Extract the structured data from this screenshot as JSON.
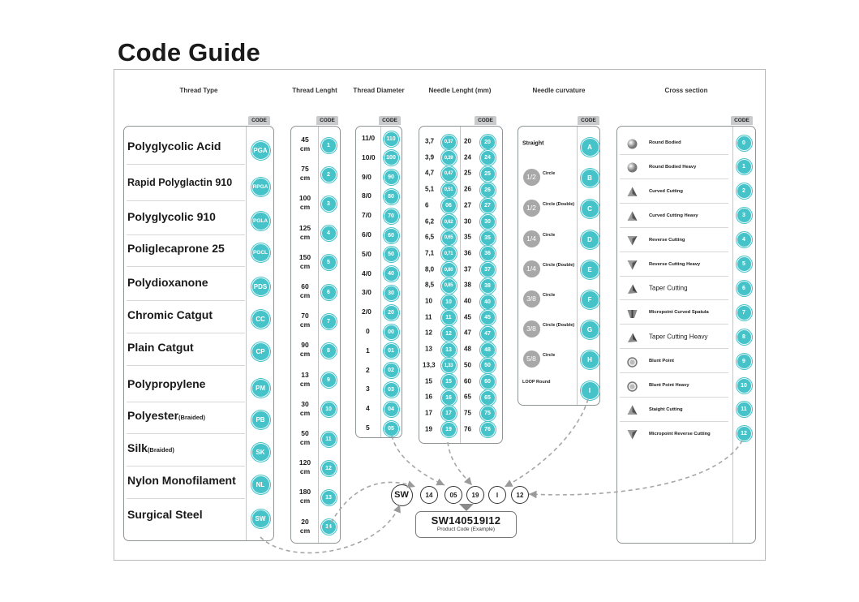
{
  "title": "Code Guide",
  "colors": {
    "accent": "#45c3c9",
    "fraction": "#a8a8a8",
    "border": "#8f9497"
  },
  "code_label": "CODE",
  "headings": {
    "thread_type": "Thread Type",
    "thread_length": "Thread Lenght",
    "thread_diameter": "Thread Diameter",
    "needle_length": "Needle Lenght (mm)",
    "needle_curvature": "Needle curvature",
    "cross_section": "Cross section"
  },
  "thread_types": [
    {
      "name": "Polyglycolic Acid",
      "suffix": "",
      "code": "PGA"
    },
    {
      "name": "Rapid Polyglactin 910",
      "suffix": "",
      "code": "RPGA"
    },
    {
      "name": "Polyglycolic 910",
      "suffix": "",
      "code": "PGLA"
    },
    {
      "name": "Poliglecaprone 25",
      "suffix": "",
      "code": "PGCL"
    },
    {
      "name": "Polydioxanone",
      "suffix": "",
      "code": "PDS"
    },
    {
      "name": "Chromic Catgut",
      "suffix": "",
      "code": "CC"
    },
    {
      "name": "Plain Catgut",
      "suffix": "",
      "code": "CP"
    },
    {
      "name": "Polypropylene",
      "suffix": "",
      "code": "PM"
    },
    {
      "name": "Polyester",
      "suffix": "(Braided)",
      "code": "PB"
    },
    {
      "name": "Silk",
      "suffix": "(Braided)",
      "code": "SK"
    },
    {
      "name": "Nylon Monofilament",
      "suffix": "",
      "code": "NL"
    },
    {
      "name": "Surgical Steel",
      "suffix": "",
      "code": "SW"
    }
  ],
  "thread_lengths": [
    {
      "value": "45",
      "unit": "cm",
      "code": "1"
    },
    {
      "value": "75",
      "unit": "cm",
      "code": "2"
    },
    {
      "value": "100",
      "unit": "cm",
      "code": "3"
    },
    {
      "value": "125",
      "unit": "cm",
      "code": "4"
    },
    {
      "value": "150",
      "unit": "cm",
      "code": "5"
    },
    {
      "value": "60",
      "unit": "cm",
      "code": "6"
    },
    {
      "value": "70",
      "unit": "cm",
      "code": "7"
    },
    {
      "value": "90",
      "unit": "cm",
      "code": "8"
    },
    {
      "value": "13",
      "unit": "cm",
      "code": "9"
    },
    {
      "value": "30",
      "unit": "cm",
      "code": "10"
    },
    {
      "value": "50",
      "unit": "cm",
      "code": "11"
    },
    {
      "value": "120",
      "unit": "cm",
      "code": "12"
    },
    {
      "value": "180",
      "unit": "cm",
      "code": "13"
    },
    {
      "value": "20",
      "unit": "cm",
      "code": "14"
    }
  ],
  "thread_diameters": [
    {
      "value": "11/0",
      "code": "110"
    },
    {
      "value": "10/0",
      "code": "100"
    },
    {
      "value": "9/0",
      "code": "90"
    },
    {
      "value": "8/0",
      "code": "80"
    },
    {
      "value": "7/0",
      "code": "70"
    },
    {
      "value": "6/0",
      "code": "60"
    },
    {
      "value": "5/0",
      "code": "50"
    },
    {
      "value": "4/0",
      "code": "40"
    },
    {
      "value": "3/0",
      "code": "30"
    },
    {
      "value": "2/0",
      "code": "20"
    },
    {
      "value": "0",
      "code": "00"
    },
    {
      "value": "1",
      "code": "01"
    },
    {
      "value": "2",
      "code": "02"
    },
    {
      "value": "3",
      "code": "03"
    },
    {
      "value": "4",
      "code": "04"
    },
    {
      "value": "5",
      "code": "05"
    }
  ],
  "needle_lengths_left": [
    {
      "value": "3,7",
      "code": "0,37"
    },
    {
      "value": "3,9",
      "code": "0,39"
    },
    {
      "value": "4,7",
      "code": "0,47"
    },
    {
      "value": "5,1",
      "code": "0,51"
    },
    {
      "value": "6",
      "code": "06"
    },
    {
      "value": "6,2",
      "code": "0,62"
    },
    {
      "value": "6,5",
      "code": "0,65"
    },
    {
      "value": "7,1",
      "code": "0,71"
    },
    {
      "value": "8,0",
      "code": "0,80"
    },
    {
      "value": "8,5",
      "code": "0,85"
    },
    {
      "value": "10",
      "code": "10"
    },
    {
      "value": "11",
      "code": "11"
    },
    {
      "value": "12",
      "code": "12"
    },
    {
      "value": "13",
      "code": "13"
    },
    {
      "value": "13,3",
      "code": "1,33"
    },
    {
      "value": "15",
      "code": "15"
    },
    {
      "value": "16",
      "code": "16"
    },
    {
      "value": "17",
      "code": "17"
    },
    {
      "value": "19",
      "code": "19"
    }
  ],
  "needle_lengths_right": [
    {
      "value": "20",
      "code": "20"
    },
    {
      "value": "24",
      "code": "24"
    },
    {
      "value": "25",
      "code": "25"
    },
    {
      "value": "26",
      "code": "26"
    },
    {
      "value": "27",
      "code": "27"
    },
    {
      "value": "30",
      "code": "30"
    },
    {
      "value": "35",
      "code": "35"
    },
    {
      "value": "36",
      "code": "36"
    },
    {
      "value": "37",
      "code": "37"
    },
    {
      "value": "38",
      "code": "38"
    },
    {
      "value": "40",
      "code": "40"
    },
    {
      "value": "45",
      "code": "45"
    },
    {
      "value": "47",
      "code": "47"
    },
    {
      "value": "48",
      "code": "48"
    },
    {
      "value": "50",
      "code": "50"
    },
    {
      "value": "60",
      "code": "60"
    },
    {
      "value": "65",
      "code": "65"
    },
    {
      "value": "75",
      "code": "75"
    },
    {
      "value": "76",
      "code": "76"
    }
  ],
  "needle_curvatures": [
    {
      "fraction": "",
      "label": "Straight",
      "code": "A"
    },
    {
      "fraction": "1/2",
      "label": "Circle",
      "code": "B"
    },
    {
      "fraction": "1/2",
      "label": "Circle (Double)",
      "code": "C"
    },
    {
      "fraction": "1/4",
      "label": "Circle",
      "code": "D"
    },
    {
      "fraction": "1/4",
      "label": "Circle (Double)",
      "code": "E"
    },
    {
      "fraction": "3/8",
      "label": "Circle",
      "code": "F"
    },
    {
      "fraction": "3/8",
      "label": "Circle (Double)",
      "code": "G"
    },
    {
      "fraction": "5/8",
      "label": "Circle",
      "code": "H"
    },
    {
      "fraction": "",
      "label": "LOOP Round",
      "code": "I"
    }
  ],
  "cross_sections": [
    {
      "label": "Round Bodied",
      "icon": "sphere-icon",
      "code": "0"
    },
    {
      "label": "Round Bodied Heavy",
      "icon": "sphere-icon",
      "code": "1"
    },
    {
      "label": "Curved Cutting",
      "icon": "pyramid-icon",
      "code": "2"
    },
    {
      "label": "Curved Cutting Heavy",
      "icon": "pyramid-icon",
      "code": "3"
    },
    {
      "label": "Reverse Cutting",
      "icon": "inverted-pyramid-icon",
      "code": "4"
    },
    {
      "label": "Reverse Cutting Heavy",
      "icon": "inverted-pyramid-icon",
      "code": "5"
    },
    {
      "label": "Taper Cutting",
      "icon": "taper-icon",
      "code": "6"
    },
    {
      "label": "Micropoint Curved Spatula",
      "icon": "spatula-icon",
      "code": "7"
    },
    {
      "label": "Taper Cutting Heavy",
      "icon": "taper-icon",
      "code": "8"
    },
    {
      "label": "Blunt Point",
      "icon": "ring-icon",
      "code": "9"
    },
    {
      "label": "Blunt Point Heavy",
      "icon": "ring-icon",
      "code": "10"
    },
    {
      "label": "Staight Cutting",
      "icon": "pyramid-icon",
      "code": "11"
    },
    {
      "label": "Micropoint Reverse Cutting",
      "icon": "inverted-pyramid-icon",
      "code": "12"
    }
  ],
  "example": {
    "parts": [
      "SW",
      "14",
      "05",
      "19",
      "I",
      "12"
    ],
    "code": "SW140519I12",
    "caption": "Product Code (Example)"
  }
}
